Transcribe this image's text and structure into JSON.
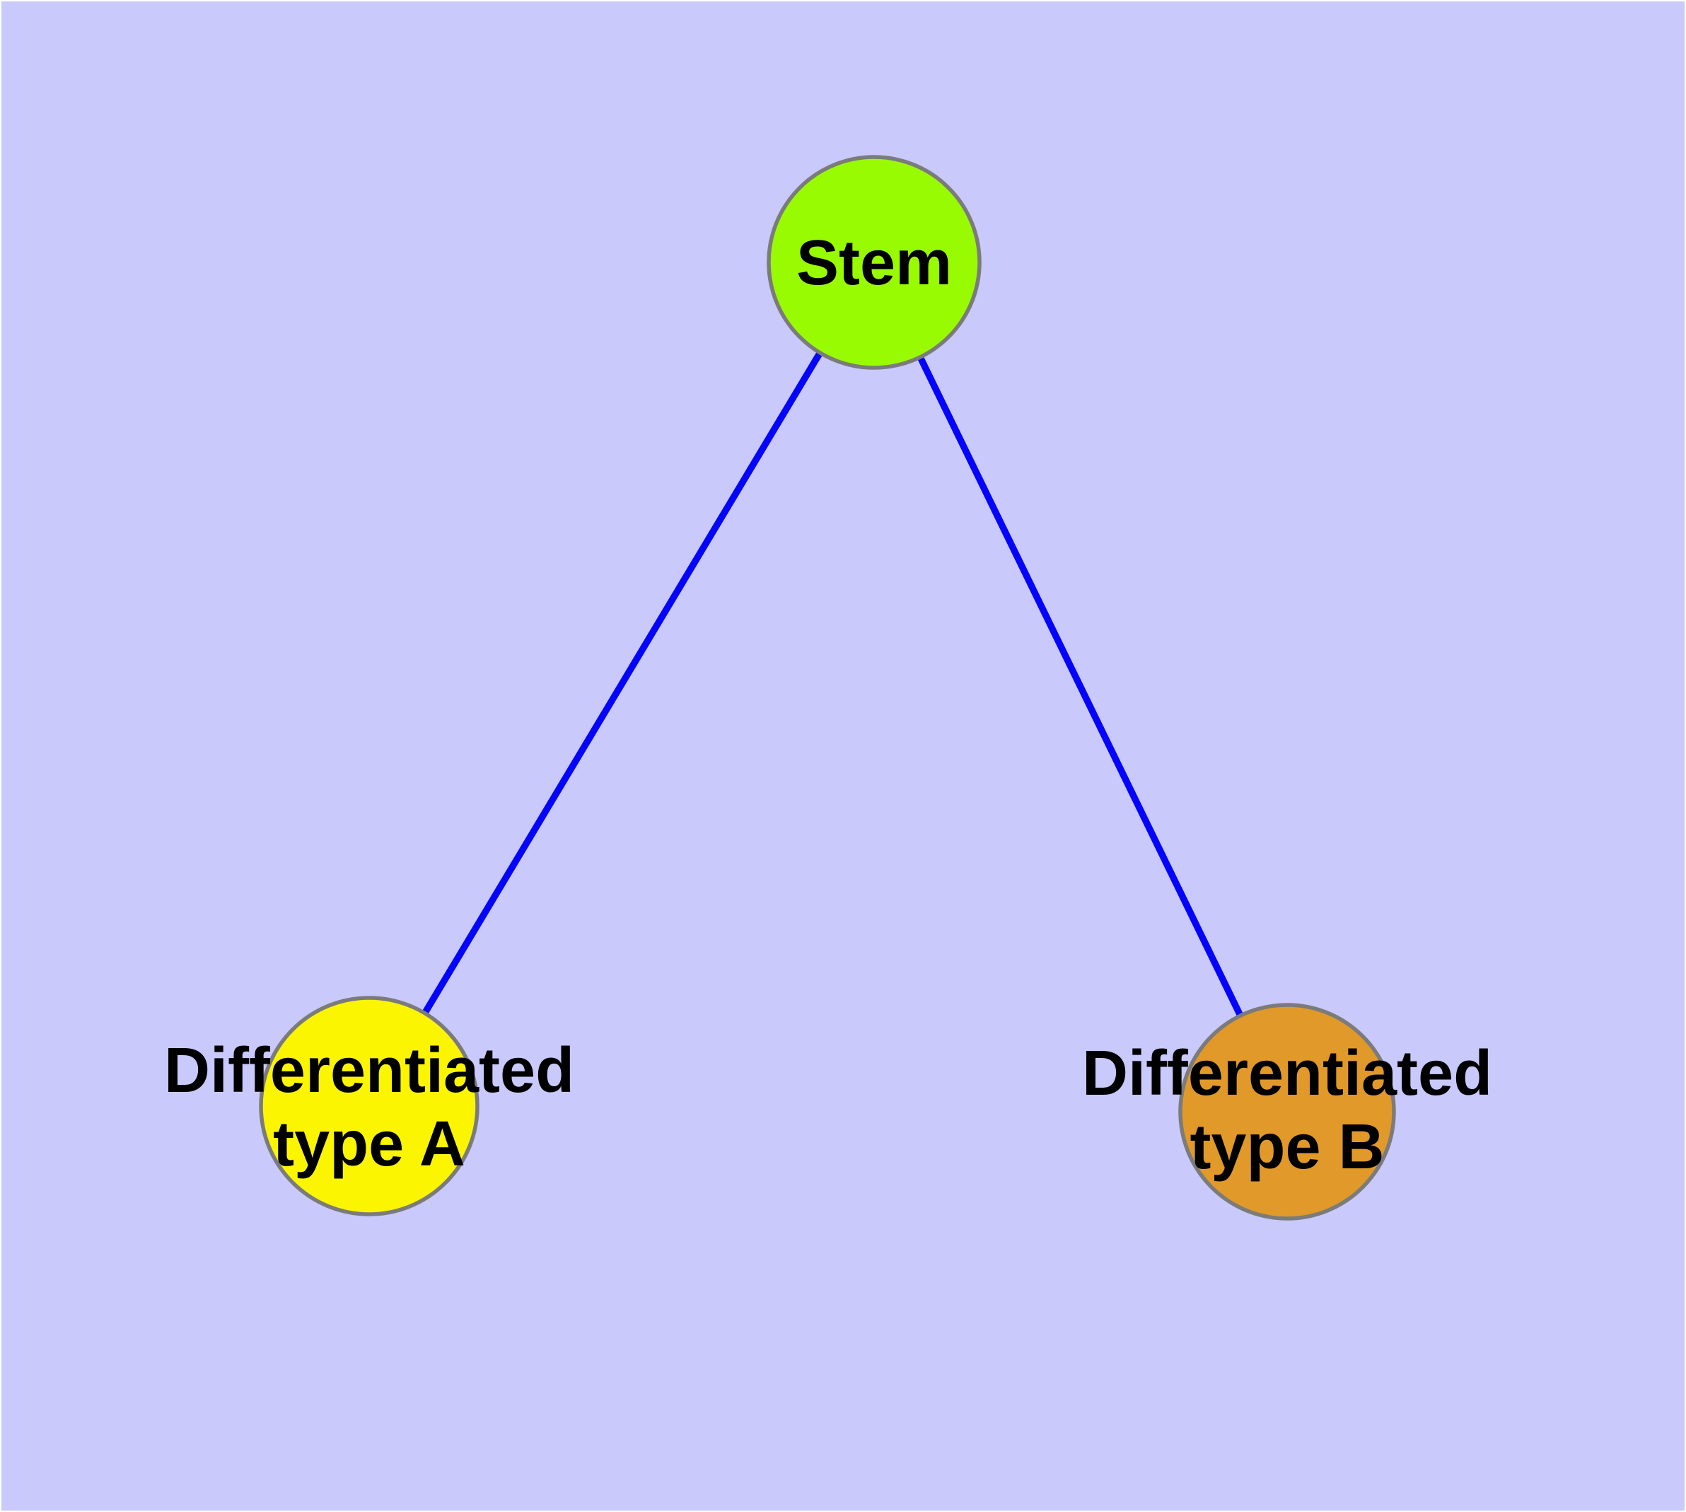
{
  "diagram": {
    "background": "#C9C9FB",
    "frame_color": "#FFFFFF",
    "edge_color": "#0404FB",
    "node_border_color": "#7B7B7B",
    "label_color": "#000000",
    "nodes": [
      {
        "id": "stem",
        "label": "Stem",
        "fill": "#99FB01"
      },
      {
        "id": "differentiated-type-a",
        "label": "Differentiated\ntype A",
        "fill": "#FCF501"
      },
      {
        "id": "differentiated-type-b",
        "label": "Differentiated\ntype B",
        "fill": "#E1992A"
      }
    ],
    "edges": [
      {
        "from": "stem",
        "to": "differentiated-type-a"
      },
      {
        "from": "stem",
        "to": "differentiated-type-b"
      }
    ]
  }
}
